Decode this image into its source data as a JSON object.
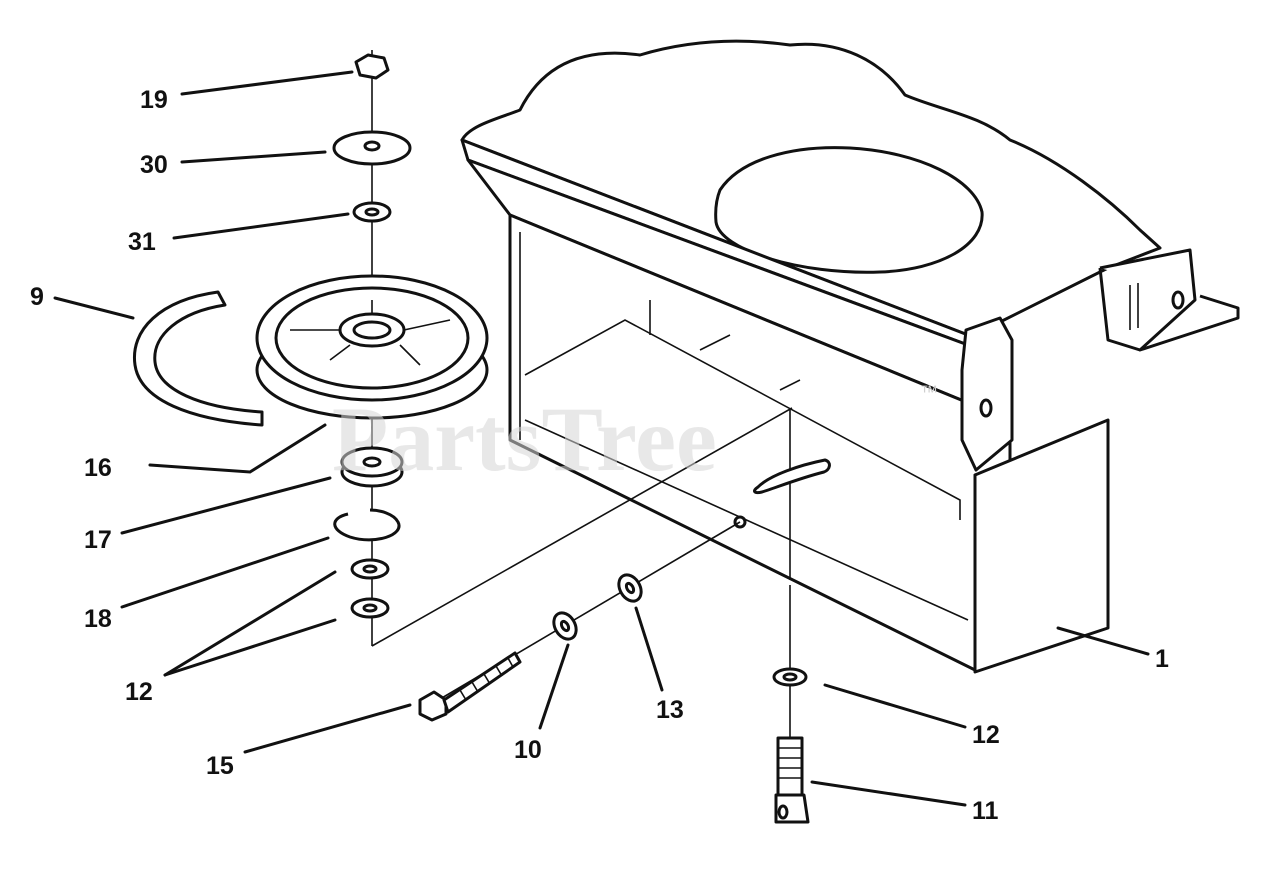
{
  "watermark": {
    "text": "PartsTree",
    "mark": "™"
  },
  "callouts": {
    "p19": "19",
    "p30": "30",
    "p31": "31",
    "p9": "9",
    "p16": "16",
    "p17": "17",
    "p18": "18",
    "p12a": "12",
    "p15": "15",
    "p10": "10",
    "p13": "13",
    "p1": "1",
    "p12b": "12",
    "p11": "11"
  }
}
